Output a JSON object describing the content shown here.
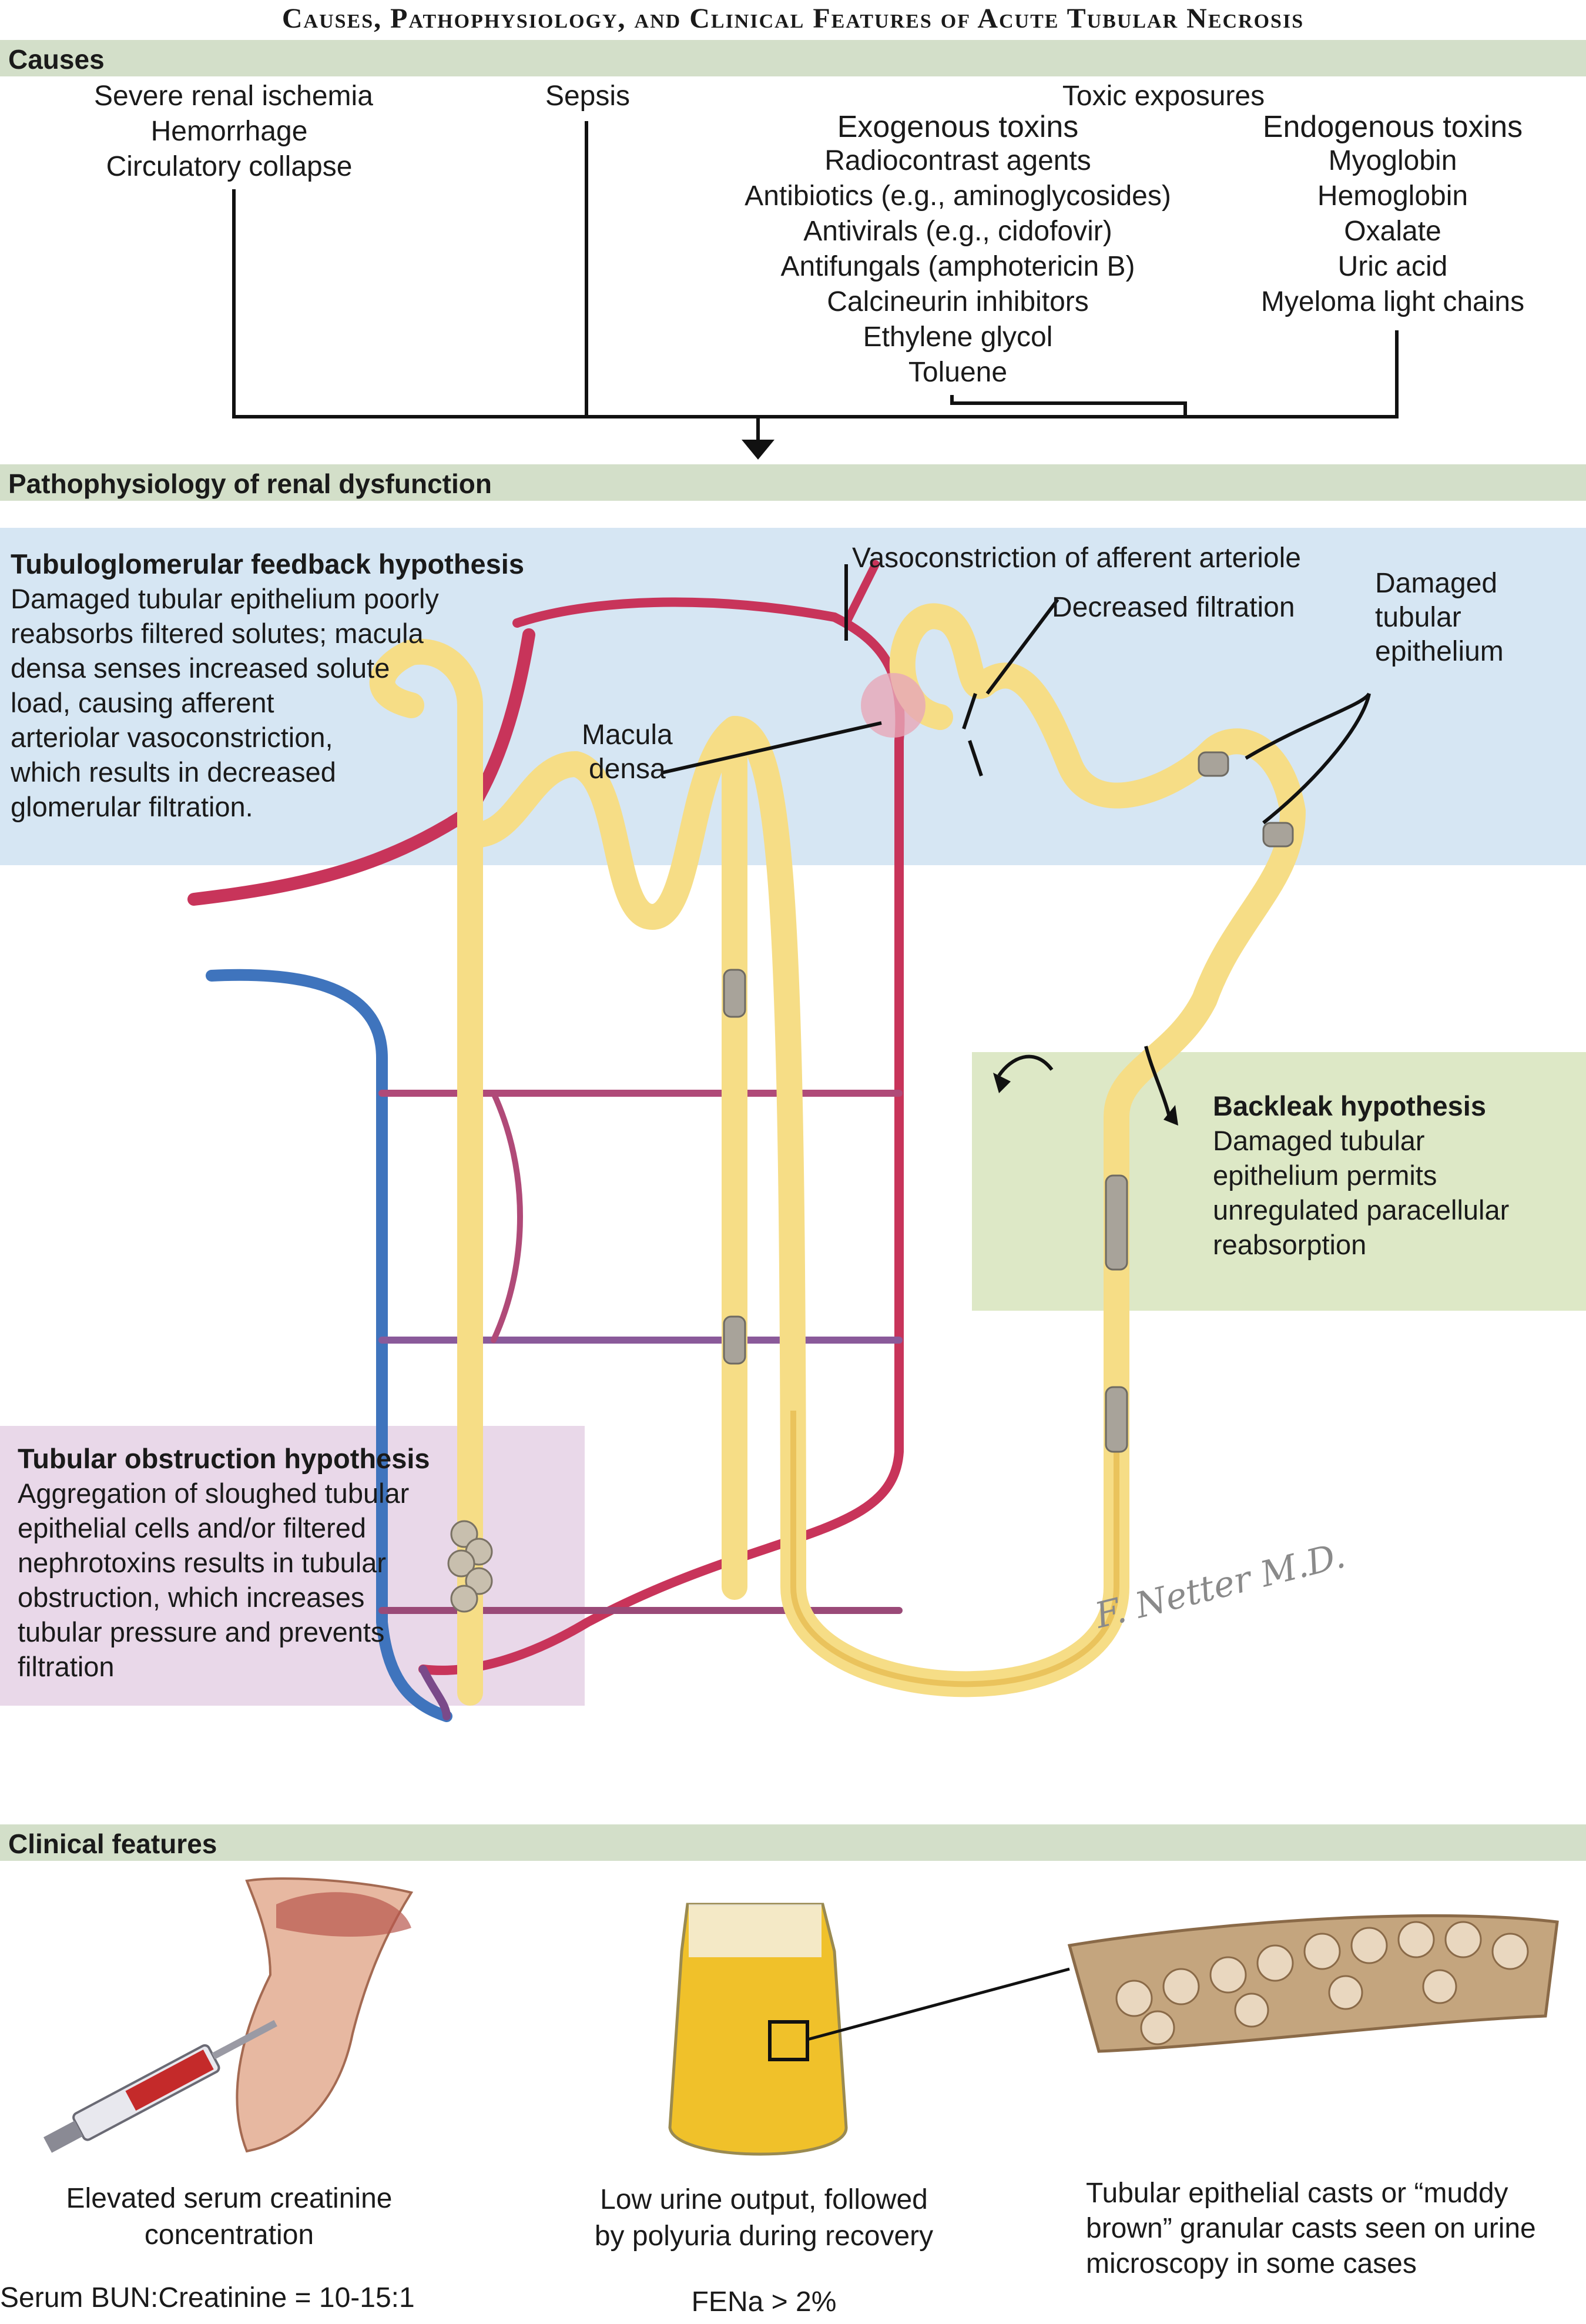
{
  "title": "Causes, Pathophysiology, and Clinical Features of Acute Tubular Necrosis",
  "causes": {
    "header": "Causes",
    "ischemia": [
      "Severe renal ischemia",
      "Hemorrhage",
      "Circulatory collapse"
    ],
    "sepsis": "Sepsis",
    "toxic_header": "Toxic exposures",
    "exogenous_header": "Exogenous toxins",
    "exogenous": [
      "Radiocontrast agents",
      "Antibiotics (e.g., aminoglycosides)",
      "Antivirals (e.g., cidofovir)",
      "Antifungals (amphotericin B)",
      "Calcineurin inhibitors",
      "Ethylene glycol",
      "Toluene"
    ],
    "endogenous_header": "Endogenous toxins",
    "endogenous": [
      "Myoglobin",
      "Hemoglobin",
      "Oxalate",
      "Uric acid",
      "Myeloma light chains"
    ]
  },
  "pathophysiology": {
    "header": "Pathophysiology of renal dysfunction",
    "tubuloglomerular": {
      "title": "Tubuloglomerular feedback hypothesis",
      "body": [
        "Damaged tubular epithelium poorly",
        "reabsorbs filtered solutes; macula",
        "densa senses increased solute",
        "load, causing afferent",
        "arteriolar vasoconstriction,",
        "which results in decreased",
        "glomerular filtration."
      ]
    },
    "labels": {
      "vasoconstriction": "Vasoconstriction of afferent arteriole",
      "decreased_filtration": "Decreased filtration",
      "damaged_epithelium": [
        "Damaged",
        "tubular",
        "epithelium"
      ],
      "macula_densa": [
        "Macula",
        "densa"
      ]
    },
    "backleak": {
      "title": "Backleak hypothesis",
      "body": [
        "Damaged tubular",
        "epithelium permits",
        "unregulated paracellular",
        "reabsorption"
      ]
    },
    "obstruction": {
      "title": "Tubular obstruction hypothesis",
      "body": [
        "Aggregation of sloughed tubular",
        "epithelial cells and/or filtered",
        "nephrotoxins results in tubular",
        "obstruction, which increases",
        "tubular pressure and prevents",
        "filtration"
      ]
    }
  },
  "clinical": {
    "header": "Clinical features",
    "serum": {
      "caption": [
        "Elevated serum creatinine",
        "concentration"
      ],
      "note": "Serum BUN:Creatinine = 10-15:1"
    },
    "urine": {
      "caption": [
        "Low urine output, followed",
        "by polyuria during recovery"
      ],
      "note": "FENa > 2%"
    },
    "casts": {
      "caption": [
        "Tubular epithelial casts or “muddy",
        "brown” granular casts seen on urine",
        "microscopy in some cases"
      ]
    }
  },
  "colors": {
    "band": "#d3dfc9",
    "blue_box": "#d6e6f3",
    "green_box": "#dde8c6",
    "purple_box": "#e9d8e9",
    "tubule": "#f8e59c",
    "artery": "#c8345a",
    "vein": "#3f74bd"
  }
}
